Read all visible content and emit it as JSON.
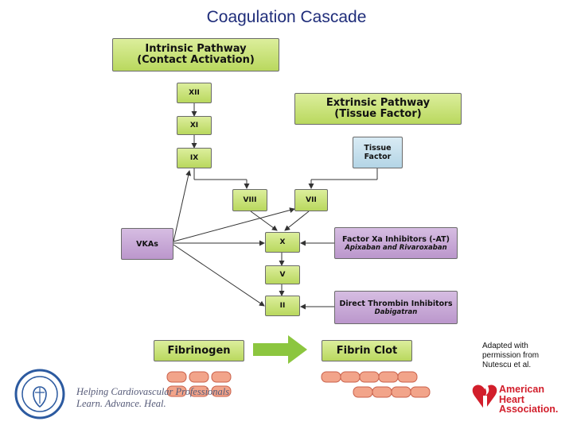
{
  "title": "Coagulation Cascade",
  "intrinsic": {
    "line1": "Intrinsic Pathway",
    "line2": "(Contact Activation)"
  },
  "extrinsic": {
    "line1": "Extrinsic Pathway",
    "line2": "(Tissue Factor)"
  },
  "tissue_factor": {
    "line1": "Tissue",
    "line2": "Factor"
  },
  "factors": {
    "xii": "XII",
    "xi": "XI",
    "ix": "IX",
    "viii": "VIII",
    "vii": "VII",
    "x": "X",
    "v": "V",
    "ii": "II"
  },
  "vkas": "VKAs",
  "xa_inhibitors": {
    "line1": "Factor Xa Inhibitors (-AT)",
    "line2": "Apixaban and Rivaroxaban"
  },
  "thrombin_inhibitors": {
    "line1": "Direct Thrombin Inhibitors",
    "line2": "Dabigatran"
  },
  "fibrinogen": "Fibrinogen",
  "fibrin_clot": "Fibrin Clot",
  "attribution": "Adapted with permission from Nutescu et al.",
  "acc": {
    "line1": "Helping Cardiovascular Professionals",
    "line2": "Learn. Advance. Heal."
  },
  "aha": {
    "line1": "American",
    "line2": "Heart",
    "line3": "Association."
  },
  "colors": {
    "pathway_green": "#c6e07a",
    "inhibitor_lilac": "#c9a9d8",
    "tissue_blue": "#c6e1ee",
    "fibrin_orange": "#f2a48a",
    "title_blue": "#1f2d7a",
    "aha_red": "#d21e2b"
  }
}
